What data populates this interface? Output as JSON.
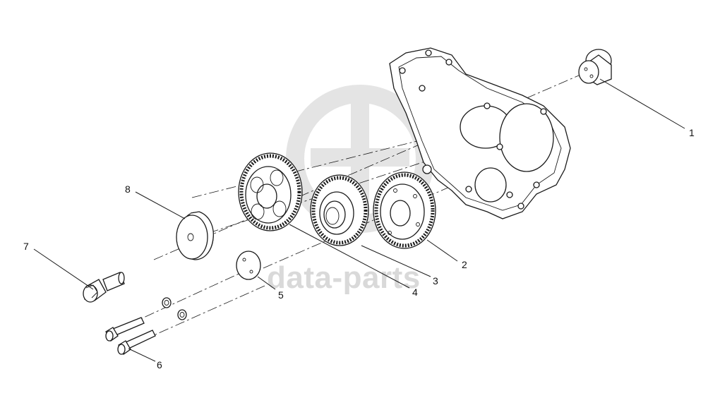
{
  "watermark": {
    "text": "data-parts",
    "logo": "gear-logo-watermark"
  },
  "callouts": [
    {
      "id": "1",
      "label": "1"
    },
    {
      "id": "2",
      "label": "2"
    },
    {
      "id": "3",
      "label": "3"
    },
    {
      "id": "4",
      "label": "4"
    },
    {
      "id": "5",
      "label": "5"
    },
    {
      "id": "6",
      "label": "6"
    },
    {
      "id": "7",
      "label": "7"
    },
    {
      "id": "8",
      "label": "8"
    }
  ],
  "parts": [
    {
      "callout": "1",
      "icon": "plug-cap-icon"
    },
    {
      "callout": "2",
      "icon": "gear-icon"
    },
    {
      "callout": "3",
      "icon": "gear-icon"
    },
    {
      "callout": "4",
      "icon": "gear-icon"
    },
    {
      "callout": "5",
      "icon": "plate-icon"
    },
    {
      "callout": "6",
      "icon": "bolt-icon"
    },
    {
      "callout": "7",
      "icon": "bolt-icon"
    },
    {
      "callout": "8",
      "icon": "washer-icon"
    }
  ]
}
